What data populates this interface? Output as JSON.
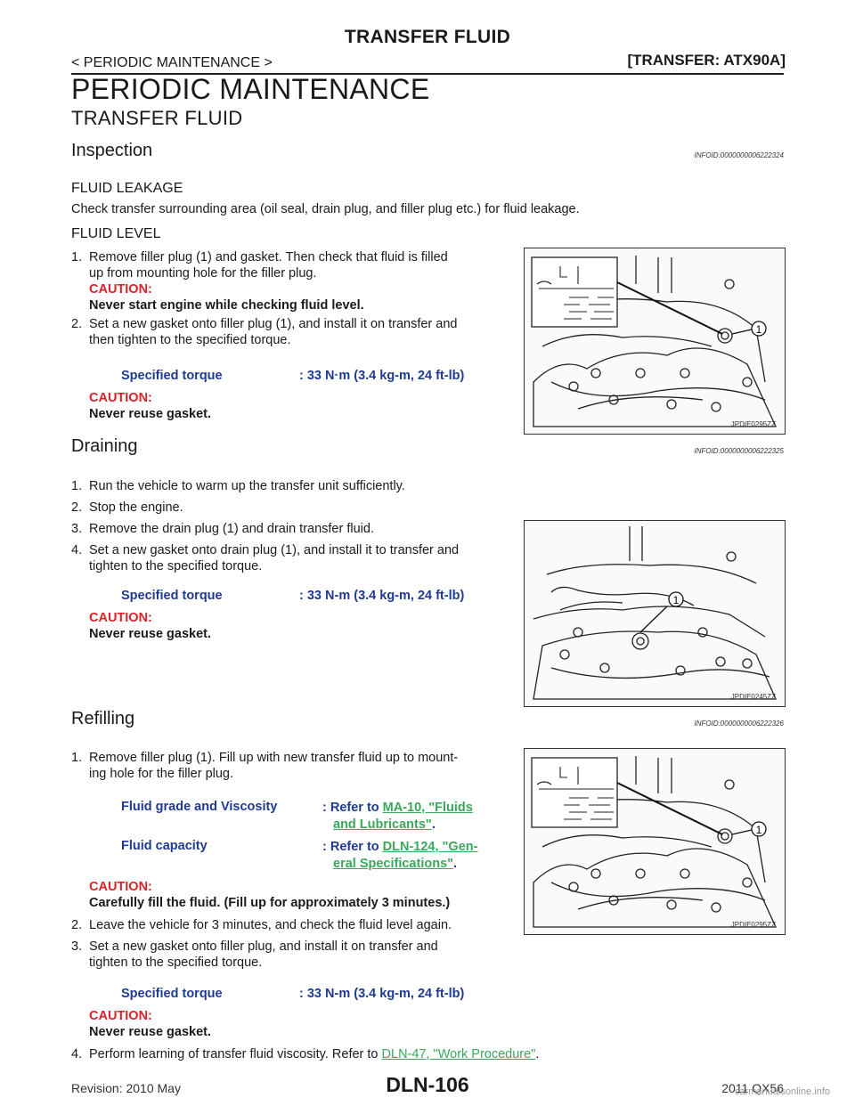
{
  "header": {
    "title": "TRANSFER FLUID",
    "section": "< PERIODIC MAINTENANCE >",
    "model": "[TRANSFER: ATX90A]"
  },
  "page": {
    "heading": "PERIODIC MAINTENANCE",
    "subheading": "TRANSFER FLUID"
  },
  "inspection": {
    "title": "Inspection",
    "infoid": "INFOID:0000000006222324",
    "leakage_title": "FLUID LEAKAGE",
    "leakage_text": "Check transfer surrounding area (oil seal, drain plug, and filler plug etc.) for fluid leakage.",
    "level_title": "FLUID LEVEL",
    "step1_num": "1.",
    "step1_line1": "Remove filler plug (1) and gasket. Then check that fluid is filled",
    "step1_line2": "up from mounting hole for the filler plug.",
    "step1_caution": "CAUTION:",
    "step1_caution_text": "Never start engine while checking fluid level.",
    "step2_num": "2.",
    "step2_line1": "Set a new gasket onto filler plug (1), and install it on transfer and",
    "step2_line2": "then tighten to the specified torque.",
    "spec_label": "Specified torque",
    "spec_value": ": 33 N·m (3.4 kg-m, 24 ft-lb)",
    "caution": "CAUTION:",
    "caution_text": "Never reuse gasket.",
    "figure_code": "JPDIE0295ZZ",
    "callout": "1"
  },
  "draining": {
    "title": "Draining",
    "infoid": "INFOID:0000000006222325",
    "step1_num": "1.",
    "step1": "Run the vehicle to warm up the transfer unit sufficiently.",
    "step2_num": "2.",
    "step2": "Stop the engine.",
    "step3_num": "3.",
    "step3": "Remove the drain plug (1) and drain transfer fluid.",
    "step4_num": "4.",
    "step4_line1": "Set a new gasket onto drain plug (1), and install it to transfer and",
    "step4_line2": "tighten to the specified torque.",
    "spec_label": "Specified torque",
    "spec_value": ": 33 N-m (3.4 kg-m, 24 ft-lb)",
    "caution": "CAUTION:",
    "caution_text": "Never reuse gasket.",
    "figure_code": "JPDIE0245ZZ",
    "callout": "1"
  },
  "refilling": {
    "title": "Refilling",
    "infoid": "INFOID:0000000006222326",
    "step1_num": "1.",
    "step1_line1": "Remove filler plug (1). Fill up with new transfer fluid up to mount-",
    "step1_line2": "ing hole for the filler plug.",
    "grade_label": "Fluid grade and Viscosity",
    "grade_prefix": ": Refer to ",
    "grade_link1": "MA-10, \"Fluids",
    "grade_link2": "and Lubricants\"",
    "grade_suffix": ".",
    "capacity_label": "Fluid capacity",
    "capacity_prefix": ": Refer to ",
    "capacity_link1": "DLN-124, \"Gen-",
    "capacity_link2": "eral Specifications\"",
    "capacity_suffix": ".",
    "caution1": "CAUTION:",
    "caution1_text": "Carefully fill the fluid. (Fill up for approximately 3 minutes.)",
    "step2_num": "2.",
    "step2": "Leave the vehicle for 3 minutes, and check the fluid level again.",
    "step3_num": "3.",
    "step3_line1": "Set a new gasket onto filler plug, and install it on transfer and",
    "step3_line2": "tighten to the specified torque.",
    "spec_label": "Specified torque",
    "spec_value": ": 33 N-m (3.4 kg-m, 24 ft-lb)",
    "caution2": "CAUTION:",
    "caution2_text": "Never reuse gasket.",
    "step4_num": "4.",
    "step4_prefix": "Perform learning of transfer fluid viscosity. Refer to ",
    "step4_link": "DLN-47, \"Work Procedure\"",
    "step4_suffix": ".",
    "figure_code": "JPDIE0295ZZ",
    "callout": "1"
  },
  "footer": {
    "revision": "Revision: 2010 May",
    "page_code": "DLN-106",
    "model_year": "2011 QX56",
    "watermark": "carmanualsonline.info"
  },
  "colors": {
    "caution": "#d8232a",
    "spec": "#1f3a93",
    "link": "#39a85a"
  }
}
